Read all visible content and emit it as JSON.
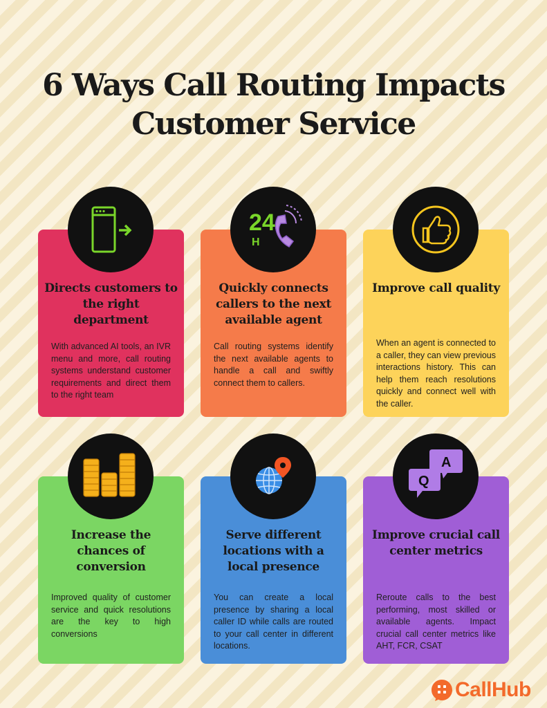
{
  "title": {
    "line1": "6 Ways Call Routing Impacts",
    "line2": "Customer Service"
  },
  "cards": [
    {
      "heading": "Directs customers to the right department",
      "body": "With advanced AI tools, an IVR menu and more, call routing systems understand customer requirements and direct them to the right team",
      "color": "#e0325e",
      "icon": "exit-door-icon"
    },
    {
      "heading": "Quickly connects callers to the next available agent",
      "body": "Call routing systems identify the next available agents to handle a call and swiftly connect them to callers.",
      "color": "#f57b4a",
      "icon": "24h-phone-icon",
      "icon_text": "24",
      "icon_small_text": "H"
    },
    {
      "heading": "Improve call quality",
      "body": "When an agent is connected to a caller, they can view previous interactions history. This can help them reach resolutions quickly and connect well with the caller.",
      "color": "#fdd35a",
      "icon": "thumbs-up-icon"
    },
    {
      "heading": "Increase the chances of conversion",
      "body": "Improved quality of customer service and quick resolutions are the key to high conversions",
      "color": "#7bd663",
      "icon": "coin-stacks-icon"
    },
    {
      "heading": "Serve different locations with a local presence",
      "body": "You can create a local presence by sharing a local caller ID while calls are routed to your call center in different locations.",
      "color": "#4a8ed8",
      "icon": "globe-pin-icon"
    },
    {
      "heading": "Improve crucial call center metrics",
      "body": "Reroute calls to the best performing, most skilled or available agents. Impact crucial call center metrics like AHT, FCR, CSAT",
      "color": "#a05ed6",
      "icon": "qa-bubbles-icon",
      "icon_text_q": "Q",
      "icon_text_a": "A"
    }
  ],
  "logo": {
    "text": "CallHub",
    "color": "#f36a2b",
    "icon": "callhub-logo-icon"
  }
}
